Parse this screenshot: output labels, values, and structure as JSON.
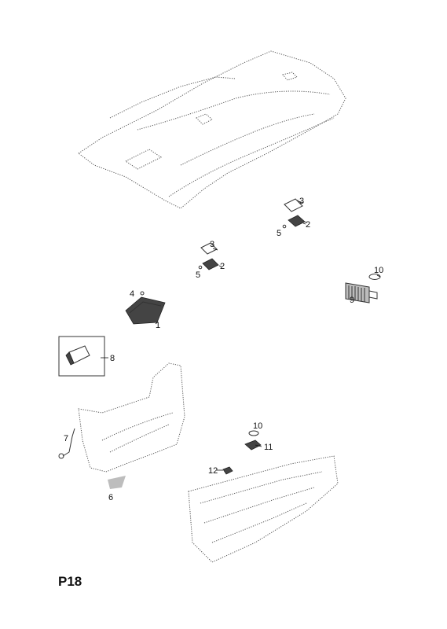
{
  "diagram": {
    "page_code": "P18",
    "callouts": [
      "3",
      "2",
      "5",
      "3",
      "2",
      "5",
      "10",
      "9",
      "4",
      "1",
      "8",
      "7",
      "6",
      "10",
      "11",
      "12"
    ]
  }
}
